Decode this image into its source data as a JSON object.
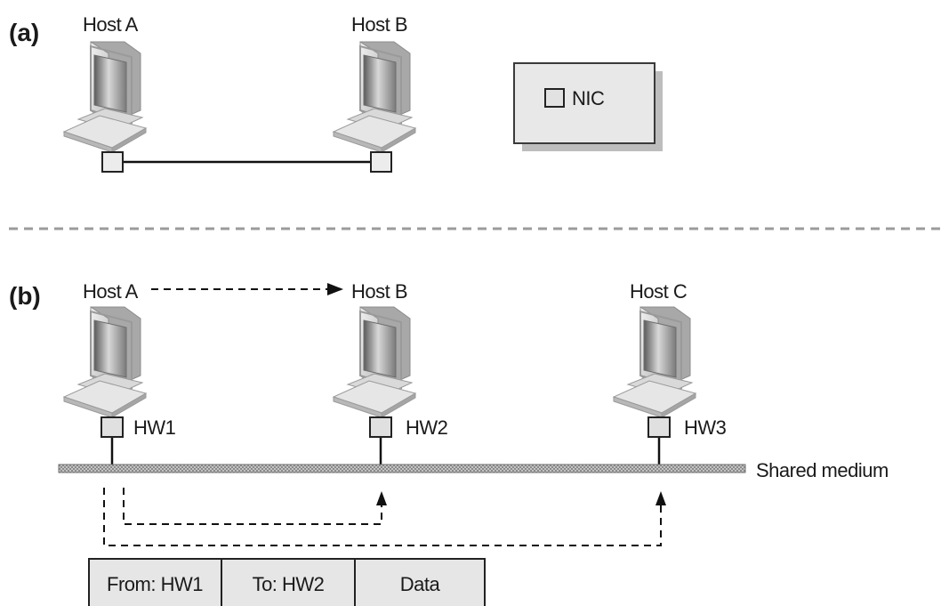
{
  "panel_a": {
    "marker": "(a)",
    "hosts": [
      {
        "name": "Host A"
      },
      {
        "name": "Host B"
      }
    ],
    "legend_label": "NIC"
  },
  "panel_b": {
    "marker": "(b)",
    "hosts": [
      {
        "name": "Host A",
        "hw": "HW1"
      },
      {
        "name": "Host B",
        "hw": "HW2"
      },
      {
        "name": "Host C",
        "hw": "HW3"
      }
    ],
    "medium_label": "Shared medium",
    "frame": {
      "from": "From: HW1",
      "to": "To: HW2",
      "data": "Data"
    }
  }
}
